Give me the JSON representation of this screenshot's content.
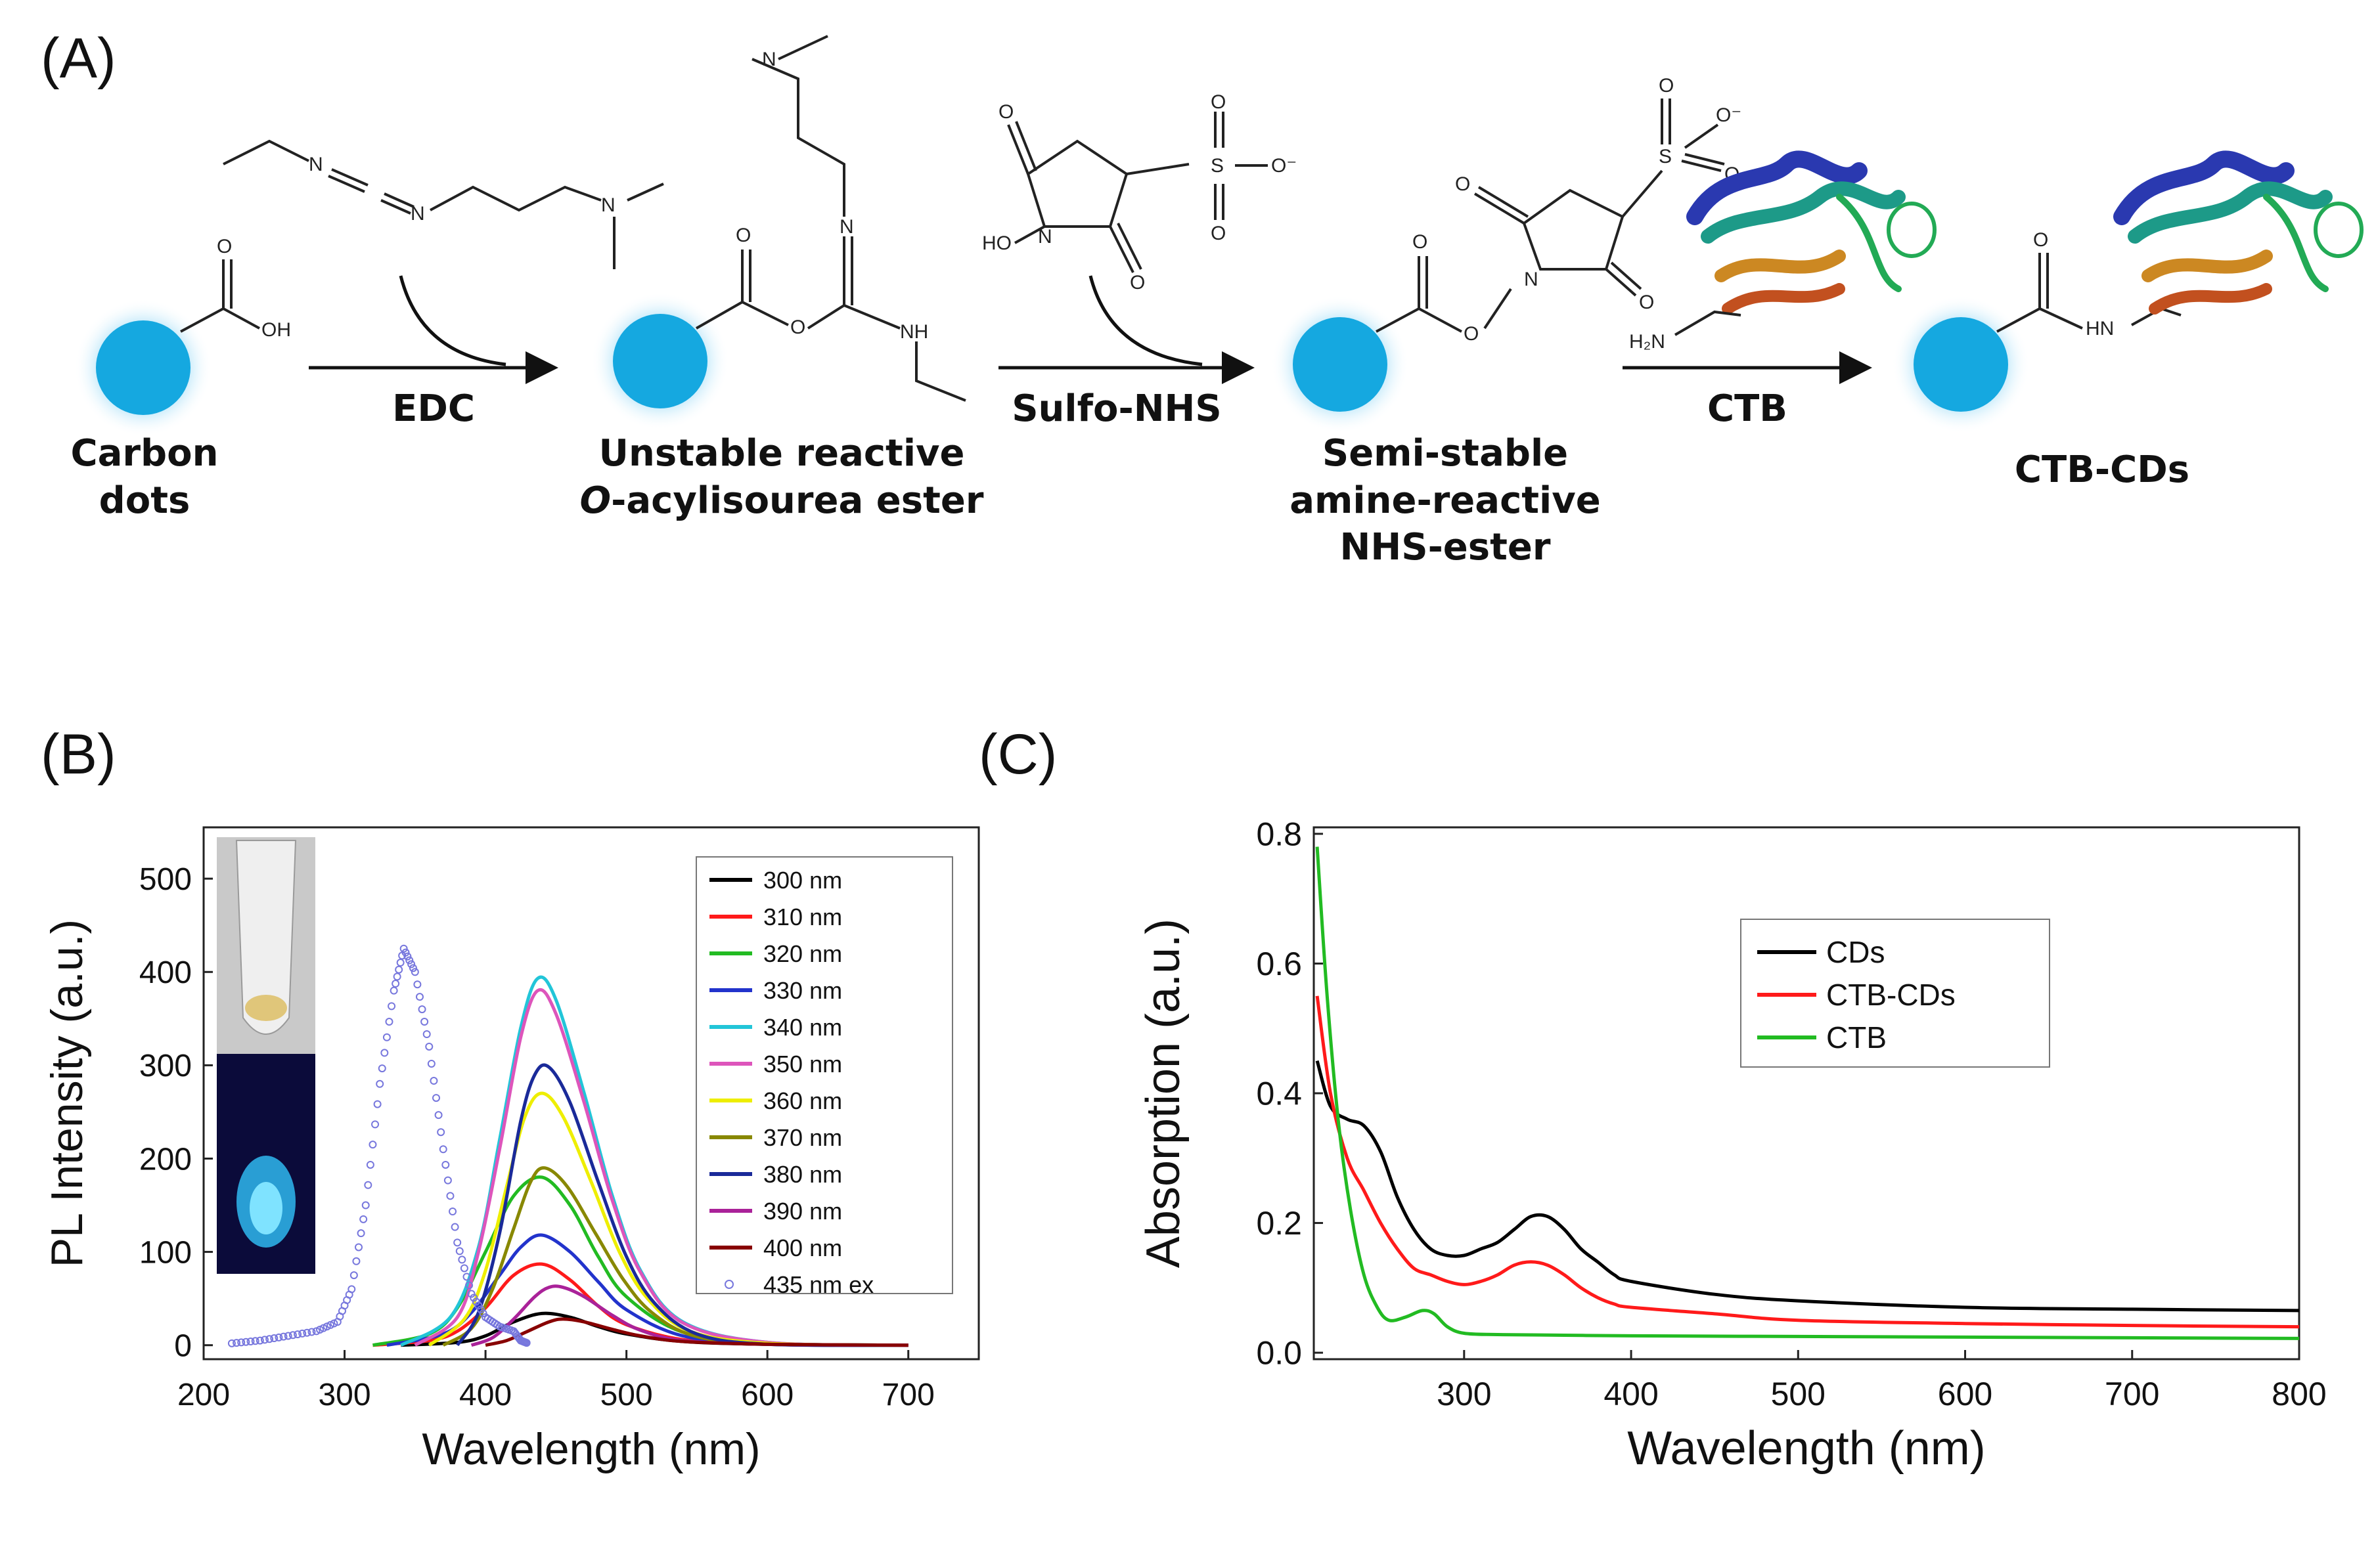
{
  "panels": {
    "a": "(A)",
    "b": "(B)",
    "c": "(C)"
  },
  "scheme": {
    "steps": [
      {
        "label": "Carbon dots",
        "lines": [
          "Carbon",
          "dots"
        ]
      },
      {
        "label": "Unstable reactive O-acylisourea ester",
        "line1": "Unstable reactive",
        "line2_italic": "O",
        "line2_rest": "-acylisourea ester"
      },
      {
        "label": "Semi-stable amine-reactive NHS-ester",
        "lines": [
          "Semi-stable",
          "amine-reactive",
          "NHS-ester"
        ]
      },
      {
        "label": "CTB-CDs",
        "lines": [
          "CTB-CDs"
        ]
      }
    ],
    "reagents": [
      "EDC",
      "Sulfo-NHS",
      "CTB"
    ],
    "atom_labels": {
      "oh": "OH",
      "o": "O",
      "n": "N",
      "nh": "NH",
      "ho": "HO",
      "s": "S",
      "o_minus": "O⁻",
      "h2n": "H₂N",
      "hn": "HN"
    },
    "colors": {
      "dot": "#15a8e0",
      "dot_glow": "#9fdcf7"
    }
  },
  "chart_data": [
    {
      "type": "line",
      "panel": "(B)",
      "xlabel": "Wavelength (nm)",
      "ylabel": "PL Intensity (a.u.)",
      "xlim": [
        200,
        750
      ],
      "ylim": [
        -15,
        555
      ],
      "xticks": [
        200,
        300,
        400,
        500,
        600,
        700
      ],
      "yticks": [
        0,
        100,
        200,
        300,
        400,
        500
      ],
      "legend_position": "top-right",
      "inset": "photograph of vial under room light (top) and UV light (bottom)",
      "series": [
        {
          "name": "300 nm",
          "color": "#000000",
          "x": [
            340,
            380,
            400,
            420,
            440,
            460,
            480,
            500,
            540,
            600,
            700
          ],
          "y": [
            0,
            3,
            10,
            25,
            34,
            30,
            20,
            12,
            4,
            1,
            0
          ]
        },
        {
          "name": "310 nm",
          "color": "#ff1a1a",
          "x": [
            320,
            360,
            380,
            400,
            420,
            440,
            460,
            480,
            500,
            540,
            600,
            700
          ],
          "y": [
            0,
            5,
            15,
            40,
            75,
            87,
            70,
            42,
            22,
            6,
            1,
            0
          ]
        },
        {
          "name": "320 nm",
          "color": "#22bb22",
          "x": [
            320,
            360,
            380,
            400,
            420,
            440,
            460,
            480,
            500,
            540,
            600,
            700
          ],
          "y": [
            0,
            12,
            40,
            100,
            160,
            180,
            150,
            95,
            52,
            14,
            2,
            0
          ]
        },
        {
          "name": "330 nm",
          "color": "#2233cc",
          "x": [
            330,
            370,
            390,
            410,
            425,
            440,
            460,
            480,
            500,
            540,
            600,
            700
          ],
          "y": [
            0,
            12,
            35,
            75,
            105,
            118,
            100,
            68,
            38,
            10,
            1,
            0
          ]
        },
        {
          "name": "340 nm",
          "color": "#22c5d8",
          "x": [
            340,
            375,
            395,
            410,
            425,
            437,
            450,
            470,
            490,
            510,
            540,
            600,
            700
          ],
          "y": [
            0,
            30,
            105,
            220,
            340,
            393,
            370,
            270,
            160,
            80,
            25,
            3,
            0
          ]
        },
        {
          "name": "350 nm",
          "color": "#dd55bb",
          "x": [
            350,
            380,
            395,
            410,
            425,
            437,
            450,
            470,
            490,
            510,
            540,
            600,
            700
          ],
          "y": [
            0,
            30,
            100,
            210,
            330,
            380,
            355,
            260,
            155,
            78,
            24,
            3,
            0
          ]
        },
        {
          "name": "360 nm",
          "color": "#eeee00",
          "x": [
            360,
            385,
            400,
            415,
            428,
            440,
            455,
            475,
            495,
            515,
            545,
            600,
            700
          ],
          "y": [
            0,
            28,
            80,
            170,
            245,
            270,
            245,
            175,
            100,
            50,
            15,
            2,
            0
          ]
        },
        {
          "name": "370 nm",
          "color": "#888800",
          "x": [
            370,
            390,
            405,
            420,
            432,
            442,
            458,
            478,
            498,
            518,
            548,
            600,
            700
          ],
          "y": [
            0,
            18,
            60,
            125,
            175,
            190,
            170,
            120,
            70,
            35,
            10,
            1,
            0
          ]
        },
        {
          "name": "380 nm",
          "color": "#1a2a99",
          "x": [
            380,
            395,
            410,
            425,
            435,
            445,
            460,
            480,
            500,
            520,
            550,
            600,
            700
          ],
          "y": [
            0,
            35,
            120,
            240,
            290,
            298,
            260,
            175,
            95,
            45,
            12,
            1,
            0
          ]
        },
        {
          "name": "390 nm",
          "color": "#aa2299",
          "x": [
            390,
            405,
            420,
            435,
            445,
            455,
            470,
            490,
            510,
            540,
            600,
            700
          ],
          "y": [
            0,
            8,
            28,
            52,
            62,
            62,
            52,
            32,
            16,
            5,
            1,
            0
          ]
        },
        {
          "name": "400 nm",
          "color": "#880000",
          "x": [
            400,
            415,
            430,
            445,
            455,
            470,
            490,
            510,
            540,
            600,
            700
          ],
          "y": [
            0,
            5,
            15,
            25,
            28,
            25,
            17,
            10,
            4,
            1,
            0
          ]
        },
        {
          "name": "435 nm ex",
          "color": "#7777dd",
          "style": "markers",
          "x": [
            220,
            240,
            260,
            280,
            295,
            305,
            315,
            325,
            335,
            342,
            350,
            360,
            370,
            380,
            390,
            400,
            410,
            420,
            425,
            430
          ],
          "y": [
            2,
            5,
            10,
            15,
            25,
            60,
            150,
            280,
            380,
            425,
            400,
            320,
            210,
            110,
            55,
            30,
            20,
            15,
            5,
            2
          ]
        }
      ]
    },
    {
      "type": "line",
      "panel": "(C)",
      "xlabel": "Wavelength (nm)",
      "ylabel": "Absorption (a.u.)",
      "xlim": [
        210,
        800
      ],
      "ylim": [
        -0.01,
        0.81
      ],
      "xticks": [
        300,
        400,
        500,
        600,
        700,
        800
      ],
      "yticks": [
        0.0,
        0.2,
        0.4,
        0.6,
        0.8
      ],
      "legend_position": "top-right",
      "series": [
        {
          "name": "CDs",
          "color": "#000000",
          "x": [
            212,
            220,
            230,
            240,
            250,
            260,
            270,
            280,
            290,
            300,
            310,
            320,
            330,
            340,
            350,
            360,
            370,
            380,
            390,
            400,
            450,
            500,
            600,
            700,
            800
          ],
          "y": [
            0.45,
            0.38,
            0.36,
            0.35,
            0.31,
            0.24,
            0.19,
            0.16,
            0.15,
            0.15,
            0.16,
            0.17,
            0.19,
            0.21,
            0.21,
            0.19,
            0.16,
            0.14,
            0.12,
            0.11,
            0.09,
            0.08,
            0.07,
            0.067,
            0.065
          ]
        },
        {
          "name": "CTB-CDs",
          "color": "#ff1a1a",
          "x": [
            212,
            220,
            230,
            240,
            250,
            260,
            270,
            280,
            290,
            300,
            310,
            320,
            330,
            340,
            350,
            360,
            370,
            380,
            390,
            400,
            450,
            500,
            600,
            700,
            800
          ],
          "y": [
            0.55,
            0.4,
            0.3,
            0.25,
            0.2,
            0.16,
            0.13,
            0.12,
            0.11,
            0.105,
            0.11,
            0.12,
            0.135,
            0.14,
            0.135,
            0.12,
            0.1,
            0.085,
            0.075,
            0.07,
            0.06,
            0.05,
            0.045,
            0.042,
            0.04
          ]
        },
        {
          "name": "CTB",
          "color": "#22bb22",
          "x": [
            212,
            218,
            225,
            232,
            240,
            248,
            255,
            265,
            275,
            282,
            290,
            300,
            320,
            360,
            400,
            500,
            600,
            700,
            800
          ],
          "y": [
            0.78,
            0.55,
            0.35,
            0.22,
            0.12,
            0.07,
            0.05,
            0.055,
            0.065,
            0.06,
            0.04,
            0.03,
            0.028,
            0.027,
            0.026,
            0.025,
            0.024,
            0.023,
            0.022
          ]
        }
      ]
    }
  ]
}
